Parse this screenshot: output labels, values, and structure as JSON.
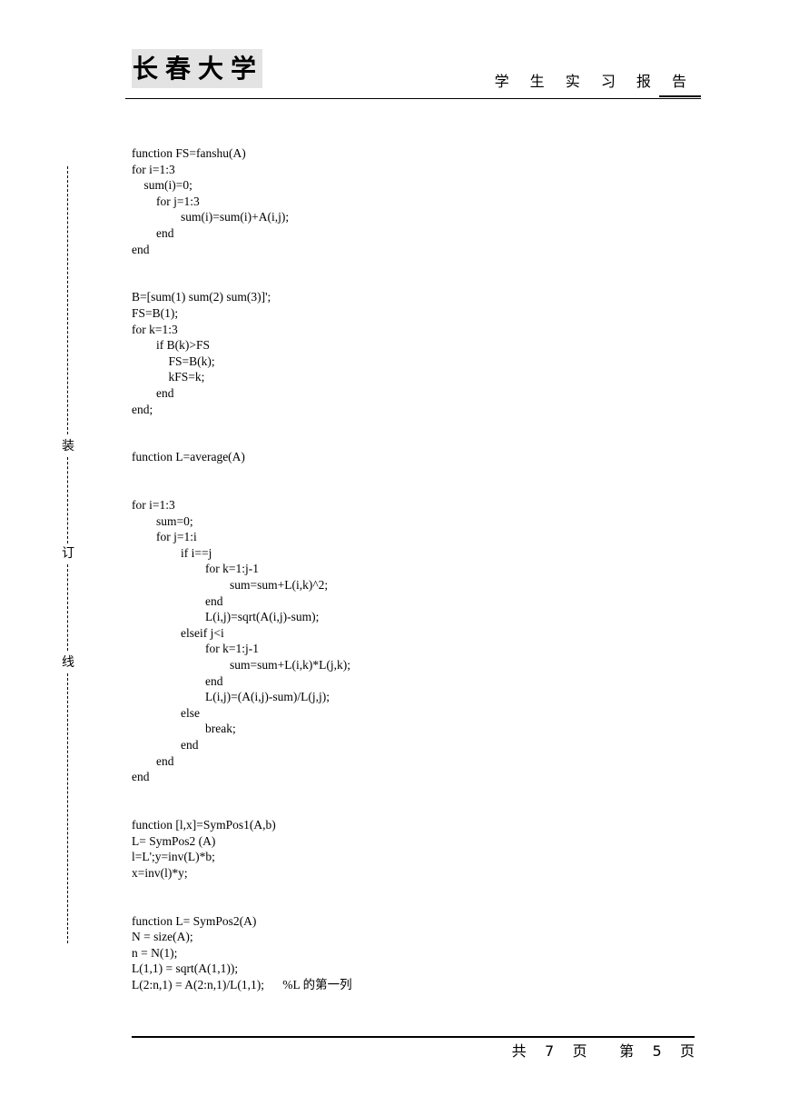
{
  "header": {
    "university": "长春大学",
    "report_title": "学 生 实 习 报 告"
  },
  "binding": {
    "mark_1": "装",
    "mark_2": "订",
    "mark_3": "线"
  },
  "code_lines": [
    "function FS=fanshu(A)",
    "for i=1:3",
    "    sum(i)=0;",
    "        for j=1:3",
    "                sum(i)=sum(i)+A(i,j);",
    "        end",
    "end",
    "",
    "",
    "B=[sum(1) sum(2) sum(3)]';",
    "FS=B(1);",
    "for k=1:3",
    "        if B(k)>FS",
    "            FS=B(k);",
    "            kFS=k;",
    "        end",
    "end;",
    "",
    "",
    "function L=average(A)",
    "",
    "",
    "for i=1:3",
    "        sum=0;",
    "        for j=1:i",
    "                if i==j",
    "                        for k=1:j-1",
    "                                sum=sum+L(i,k)^2;",
    "                        end",
    "                        L(i,j)=sqrt(A(i,j)-sum);",
    "                elseif j<i",
    "                        for k=1:j-1",
    "                                sum=sum+L(i,k)*L(j,k);",
    "                        end",
    "                        L(i,j)=(A(i,j)-sum)/L(j,j);",
    "                else",
    "                        break;",
    "                end",
    "        end",
    "end",
    "",
    "",
    "function [l,x]=SymPos1(A,b)",
    "L= SymPos2 (A)",
    "l=L';y=inv(L)*b;",
    "x=inv(l)*y;",
    "",
    "",
    "function L= SymPos2(A)",
    "N = size(A);",
    "n = N(1);",
    "L(1,1) = sqrt(A(1,1));",
    "L(2:n,1) = A(2:n,1)/L(1,1);      %L 的第一列"
  ],
  "footer": {
    "total_label": "共",
    "total_pages": "7",
    "page_unit_1": "页",
    "current_label": "第",
    "current_page": "5",
    "page_unit_2": "页"
  }
}
